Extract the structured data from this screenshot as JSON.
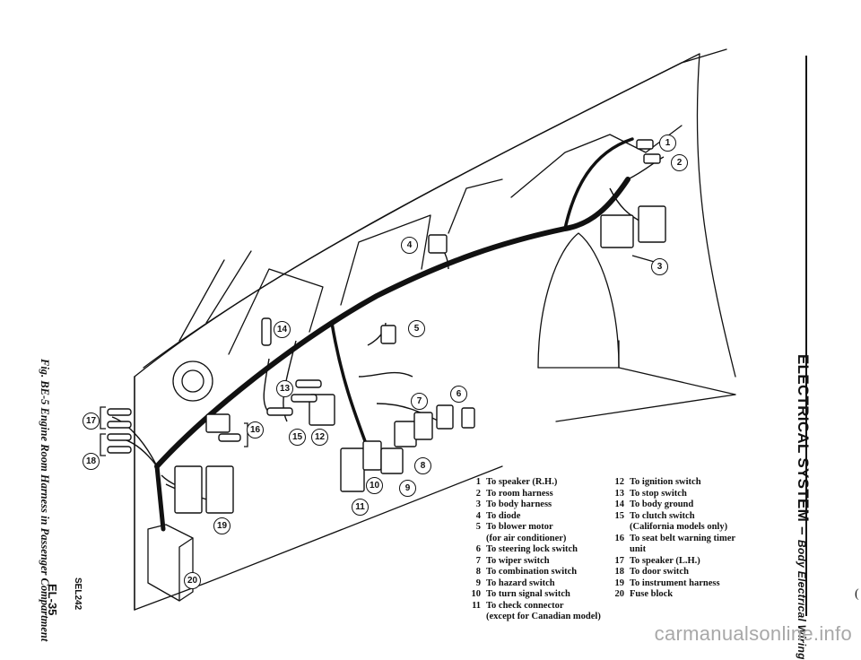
{
  "header": {
    "section": "ELECTRICAL SYSTEM",
    "separator": " – ",
    "subsection": "Body Electrical Wiring"
  },
  "figure": {
    "caption": "Fig. BE-5 Engine Room Harness in Passenger Compartment",
    "code": "SEL242",
    "page_number": "EL-35"
  },
  "callouts": [
    "1",
    "2",
    "3",
    "4",
    "5",
    "6",
    "7",
    "8",
    "9",
    "10",
    "11",
    "12",
    "13",
    "14",
    "15",
    "16",
    "17",
    "18",
    "19",
    "20"
  ],
  "legend_left": [
    {
      "num": "1",
      "text": "To speaker (R.H.)"
    },
    {
      "num": "2",
      "text": "To room harness"
    },
    {
      "num": "3",
      "text": "To body harness"
    },
    {
      "num": "4",
      "text": "To diode"
    },
    {
      "num": "5",
      "text": "To blower motor",
      "cont": "(for air conditioner)"
    },
    {
      "num": "6",
      "text": "To steering lock switch"
    },
    {
      "num": "7",
      "text": "To wiper switch"
    },
    {
      "num": "8",
      "text": "To combination switch"
    },
    {
      "num": "9",
      "text": "To hazard switch"
    },
    {
      "num": "10",
      "text": "To turn signal switch"
    },
    {
      "num": "11",
      "text": "To check connector",
      "cont": "(except for Canadian model)"
    }
  ],
  "legend_right": [
    {
      "num": "12",
      "text": "To ignition switch"
    },
    {
      "num": "13",
      "text": "To stop switch"
    },
    {
      "num": "14",
      "text": "To body ground"
    },
    {
      "num": "15",
      "text": "To clutch switch",
      "cont": "(California models only)"
    },
    {
      "num": "16",
      "text": "To seat belt warning timer",
      "cont": "unit"
    },
    {
      "num": "17",
      "text": "To speaker (L.H.)"
    },
    {
      "num": "18",
      "text": "To door switch"
    },
    {
      "num": "19",
      "text": "To instrument harness"
    },
    {
      "num": "20",
      "text": "Fuse block"
    }
  ],
  "watermark": "carmanualsonline.info",
  "stray_mark": "("
}
